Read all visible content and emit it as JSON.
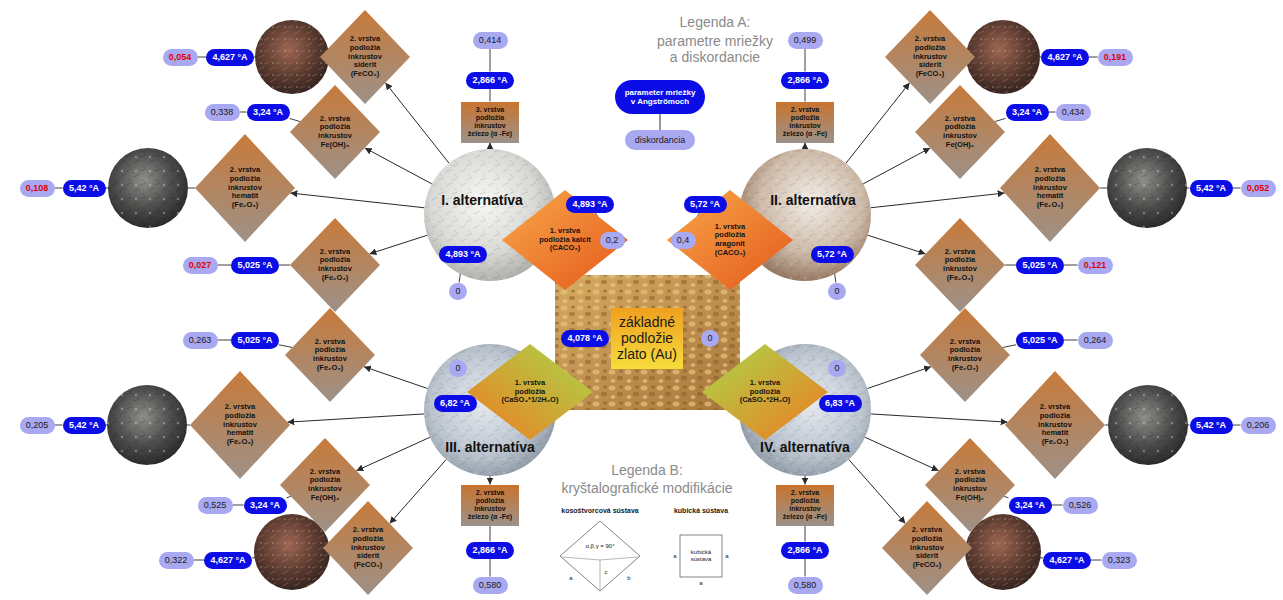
{
  "diagram": {
    "nodes": [
      {
        "text": [
          "základné podložie zlato (Au)"
        ]
      },
      {
        "text": [
          "4,078 °A"
        ]
      },
      {
        "text": [
          "0"
        ]
      },
      {
        "text": [
          "I. alternatíva"
        ]
      },
      {
        "text": [
          "1. vrstva podložia kalcit (CACO₃)"
        ]
      },
      {
        "text": [
          "4,893 °A"
        ]
      },
      {
        "text": [
          "0,2"
        ]
      },
      {
        "text": [
          "4,893 °A"
        ]
      },
      {
        "text": [
          "0"
        ]
      },
      {
        "text": [
          "3. vrstva podložia inkrustov železo (α -Fe)"
        ]
      },
      {
        "text": [
          "2,866 °A"
        ]
      },
      {
        "text": [
          "0,414"
        ]
      },
      {
        "text": [
          "2. vrstva podložia inkrustov siderit (FeCO₃)"
        ]
      },
      {
        "text": [
          "4,627 °A"
        ]
      },
      {
        "text": [
          "0,054"
        ]
      },
      {
        "text": [
          "2. vrstva podložia inkrustov Fe(OH)₃"
        ]
      },
      {
        "text": [
          "3,24 °A"
        ]
      },
      {
        "text": [
          "0,338"
        ]
      },
      {
        "text": [
          "2. vrstva podložia inkrustov hematit (Fe₂O₃)"
        ]
      },
      {
        "text": [
          "5,42 °A"
        ]
      },
      {
        "text": [
          "0,108"
        ]
      },
      {
        "text": [
          "2. vrstva podložia inkrustov (Fe₂O₃)"
        ]
      },
      {
        "text": [
          "5,025 °A"
        ]
      },
      {
        "text": [
          "0,027"
        ]
      },
      {
        "text": [
          "II. alternatíva"
        ]
      },
      {
        "text": [
          "1. vrstva podložia aragonit (CACO₃)"
        ]
      },
      {
        "text": [
          "5,72 °A"
        ]
      },
      {
        "text": [
          "0,4"
        ]
      },
      {
        "text": [
          "5,72 °A"
        ]
      },
      {
        "text": [
          "0"
        ]
      },
      {
        "text": [
          "2. vrstva podložia inkrustov železo (α -Fe)"
        ]
      },
      {
        "text": [
          "2,866 °A"
        ]
      },
      {
        "text": [
          "0,499"
        ]
      },
      {
        "text": [
          "2. vrstva podložia inkrustov siderit (FeCO₃)"
        ]
      },
      {
        "text": [
          "4,627 °A"
        ]
      },
      {
        "text": [
          "0,191"
        ]
      },
      {
        "text": [
          "2. vrstva podložia inkrustov Fe(OH)₂"
        ]
      },
      {
        "text": [
          "3,24 °A"
        ]
      },
      {
        "text": [
          "0,434"
        ]
      },
      {
        "text": [
          "2. vrstva podložia inkrustov hematit (Fe₂O₃)"
        ]
      },
      {
        "text": [
          "5,42 °A"
        ]
      },
      {
        "text": [
          "0,052"
        ]
      },
      {
        "text": [
          "2. vrstva podložia inkrustov (Fe₂O₃)"
        ]
      },
      {
        "text": [
          "5,025 °A"
        ]
      },
      {
        "text": [
          "0,121"
        ]
      },
      {
        "text": [
          "III. alternatíva"
        ]
      },
      {
        "text": [
          "1. vrstva podložia (CaSO₄*1/2H₂O)"
        ]
      },
      {
        "text": [
          "0"
        ]
      },
      {
        "text": [
          "6,82 °A"
        ]
      },
      {
        "text": [
          "2. vrstva podložia inkrustov (Fe₂O₃)"
        ]
      },
      {
        "text": [
          "5,025 °A"
        ]
      },
      {
        "text": [
          "0,263"
        ]
      },
      {
        "text": [
          "2. vrstva podložia inkrustov hematit (Fe₂O₃)"
        ]
      },
      {
        "text": [
          "5,42 °A"
        ]
      },
      {
        "text": [
          "0,205"
        ]
      },
      {
        "text": [
          "2. vrstva podložia inkrustov Fe(OH)₃"
        ]
      },
      {
        "text": [
          "3,24 °A"
        ]
      },
      {
        "text": [
          "0,525"
        ]
      },
      {
        "text": [
          "2. vrstva podložia inkrustov siderit (FeCO₃)"
        ]
      },
      {
        "text": [
          "4,627 °A"
        ]
      },
      {
        "text": [
          "0,322"
        ]
      },
      {
        "text": [
          "2. vrstva podložia inkrustov železo (α -Fe)"
        ]
      },
      {
        "text": [
          "2,866 °A"
        ]
      },
      {
        "text": [
          "0,580"
        ]
      },
      {
        "text": [
          "IV. alternatíva"
        ]
      },
      {
        "text": [
          "1. vrstva podložia (CaSO₄*2H₂O)"
        ]
      },
      {
        "text": [
          "0"
        ]
      },
      {
        "text": [
          "6,83 °A"
        ]
      },
      {
        "text": [
          "2. vrstva podložia inkrustov (Fe₂O₃)"
        ]
      },
      {
        "text": [
          "5,025 °A"
        ]
      },
      {
        "text": [
          "0,264"
        ]
      },
      {
        "text": [
          "2. vrstva podložia inkrustov hematit (Fe₂O₃)"
        ]
      },
      {
        "text": [
          "5,42 °A"
        ]
      },
      {
        "text": [
          "0,206"
        ]
      },
      {
        "text": [
          "2. vrstva podložia inkrustov Fe(OH)₂"
        ]
      },
      {
        "text": [
          "3,24 °A"
        ]
      },
      {
        "text": [
          "0,526"
        ]
      },
      {
        "text": [
          "2. vrstva podložia inkrustov siderit (FeCO₃)"
        ]
      },
      {
        "text": [
          "4,627 °A"
        ]
      },
      {
        "text": [
          "0,323"
        ]
      },
      {
        "text": [
          "2. vrstva podložia inkrustov železo (α -Fe)"
        ]
      },
      {
        "text": [
          "2,866 °A"
        ]
      },
      {
        "text": [
          "0,580"
        ]
      }
    ],
    "edges": [
      {
        "from": 3,
        "to": 9,
        "arrow": "to"
      },
      {
        "from": 3,
        "to": 12,
        "arrow": "to"
      },
      {
        "from": 3,
        "to": 15,
        "arrow": "to"
      },
      {
        "from": 3,
        "to": 18,
        "arrow": "to"
      },
      {
        "from": 3,
        "to": 21,
        "arrow": "to"
      },
      {
        "from": 5,
        "to": 6,
        "arrow": "none"
      },
      {
        "from": 7,
        "to": 8,
        "arrow": "none"
      },
      {
        "from": 9,
        "to": 10,
        "arrow": "none"
      },
      {
        "from": 10,
        "to": 11,
        "arrow": "none"
      },
      {
        "from": 12,
        "to": 13,
        "arrow": "none"
      },
      {
        "from": 13,
        "to": 14,
        "arrow": "none"
      },
      {
        "from": 15,
        "to": 16,
        "arrow": "none"
      },
      {
        "from": 16,
        "to": 17,
        "arrow": "none"
      },
      {
        "from": 18,
        "to": 19,
        "arrow": "none"
      },
      {
        "from": 19,
        "to": 20,
        "arrow": "none"
      },
      {
        "from": 21,
        "to": 22,
        "arrow": "none"
      },
      {
        "from": 22,
        "to": 23,
        "arrow": "none"
      },
      {
        "from": 24,
        "to": 30,
        "arrow": "to"
      },
      {
        "from": 24,
        "to": 33,
        "arrow": "to"
      },
      {
        "from": 24,
        "to": 36,
        "arrow": "to"
      },
      {
        "from": 24,
        "to": 39,
        "arrow": "to"
      },
      {
        "from": 24,
        "to": 42,
        "arrow": "to"
      },
      {
        "from": 26,
        "to": 27,
        "arrow": "none"
      },
      {
        "from": 28,
        "to": 29,
        "arrow": "none"
      },
      {
        "from": 30,
        "to": 31,
        "arrow": "none"
      },
      {
        "from": 31,
        "to": 32,
        "arrow": "none"
      },
      {
        "from": 33,
        "to": 34,
        "arrow": "none"
      },
      {
        "from": 34,
        "to": 35,
        "arrow": "none"
      },
      {
        "from": 36,
        "to": 37,
        "arrow": "none"
      },
      {
        "from": 37,
        "to": 38,
        "arrow": "none"
      },
      {
        "from": 39,
        "to": 40,
        "arrow": "none"
      },
      {
        "from": 40,
        "to": 41,
        "arrow": "none"
      },
      {
        "from": 42,
        "to": 43,
        "arrow": "none"
      },
      {
        "from": 43,
        "to": 44,
        "arrow": "none"
      },
      {
        "from": 45,
        "to": 49,
        "arrow": "to"
      },
      {
        "from": 45,
        "to": 52,
        "arrow": "to"
      },
      {
        "from": 45,
        "to": 55,
        "arrow": "to"
      },
      {
        "from": 45,
        "to": 58,
        "arrow": "to"
      },
      {
        "from": 45,
        "to": 61,
        "arrow": "to"
      },
      {
        "from": 47,
        "to": 48,
        "arrow": "none"
      },
      {
        "from": 49,
        "to": 50,
        "arrow": "none"
      },
      {
        "from": 50,
        "to": 51,
        "arrow": "none"
      },
      {
        "from": 52,
        "to": 53,
        "arrow": "none"
      },
      {
        "from": 53,
        "to": 54,
        "arrow": "none"
      },
      {
        "from": 55,
        "to": 56,
        "arrow": "none"
      },
      {
        "from": 56,
        "to": 57,
        "arrow": "none"
      },
      {
        "from": 58,
        "to": 59,
        "arrow": "none"
      },
      {
        "from": 59,
        "to": 60,
        "arrow": "none"
      },
      {
        "from": 61,
        "to": 62,
        "arrow": "none"
      },
      {
        "from": 62,
        "to": 63,
        "arrow": "none"
      },
      {
        "from": 64,
        "to": 68,
        "arrow": "to"
      },
      {
        "from": 64,
        "to": 71,
        "arrow": "to"
      },
      {
        "from": 64,
        "to": 74,
        "arrow": "to"
      },
      {
        "from": 64,
        "to": 77,
        "arrow": "to"
      },
      {
        "from": 64,
        "to": 80,
        "arrow": "to"
      },
      {
        "from": 66,
        "to": 67,
        "arrow": "none"
      },
      {
        "from": 68,
        "to": 69,
        "arrow": "none"
      },
      {
        "from": 69,
        "to": 70,
        "arrow": "none"
      },
      {
        "from": 71,
        "to": 72,
        "arrow": "none"
      },
      {
        "from": 72,
        "to": 73,
        "arrow": "none"
      },
      {
        "from": 74,
        "to": 75,
        "arrow": "none"
      },
      {
        "from": 75,
        "to": 76,
        "arrow": "none"
      },
      {
        "from": 77,
        "to": 78,
        "arrow": "none"
      },
      {
        "from": 78,
        "to": 79,
        "arrow": "none"
      },
      {
        "from": 80,
        "to": 81,
        "arrow": "none"
      },
      {
        "from": 81,
        "to": 82,
        "arrow": "none"
      }
    ],
    "labels": [
      "Legenda A:",
      "parametre mriežky a diskordancie",
      "Legenda B:",
      "kryštalografické modifikácie",
      "α,β,γ = 90°",
      "a",
      "b",
      "c",
      "kubická sústava",
      "a",
      "a",
      "a"
    ],
    "legend": [
      {
        "text": "parameter mriežky v Angströmoch",
        "color": "#0c0ce6"
      },
      {
        "text": "diskordancia",
        "color": "#a9a9f2"
      },
      {
        "text": "kosoštvorcová sústava"
      },
      {
        "text": "kubická sústava"
      }
    ]
  }
}
